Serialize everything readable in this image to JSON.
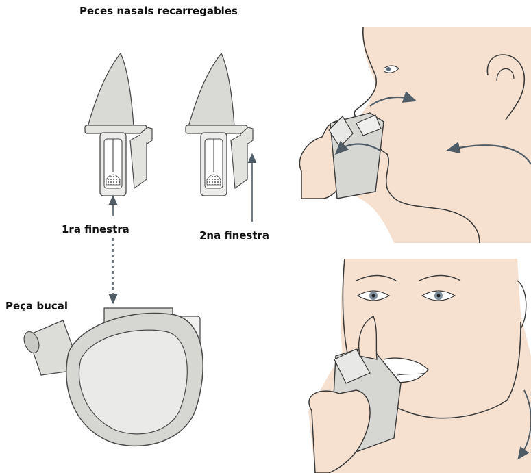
{
  "figure": {
    "title": "Peces nasals recarregables",
    "labels": {
      "first_window": "1ra  finestra",
      "second_window": "2na finestra",
      "mouthpiece": "Peça bucal"
    },
    "colors": {
      "device_grey": "#d9d9d6",
      "device_outline": "#4a4a4a",
      "skin": "#f6e1d0",
      "skin_outline": "#3a3a3a",
      "arrow": "#4f5c66"
    }
  }
}
